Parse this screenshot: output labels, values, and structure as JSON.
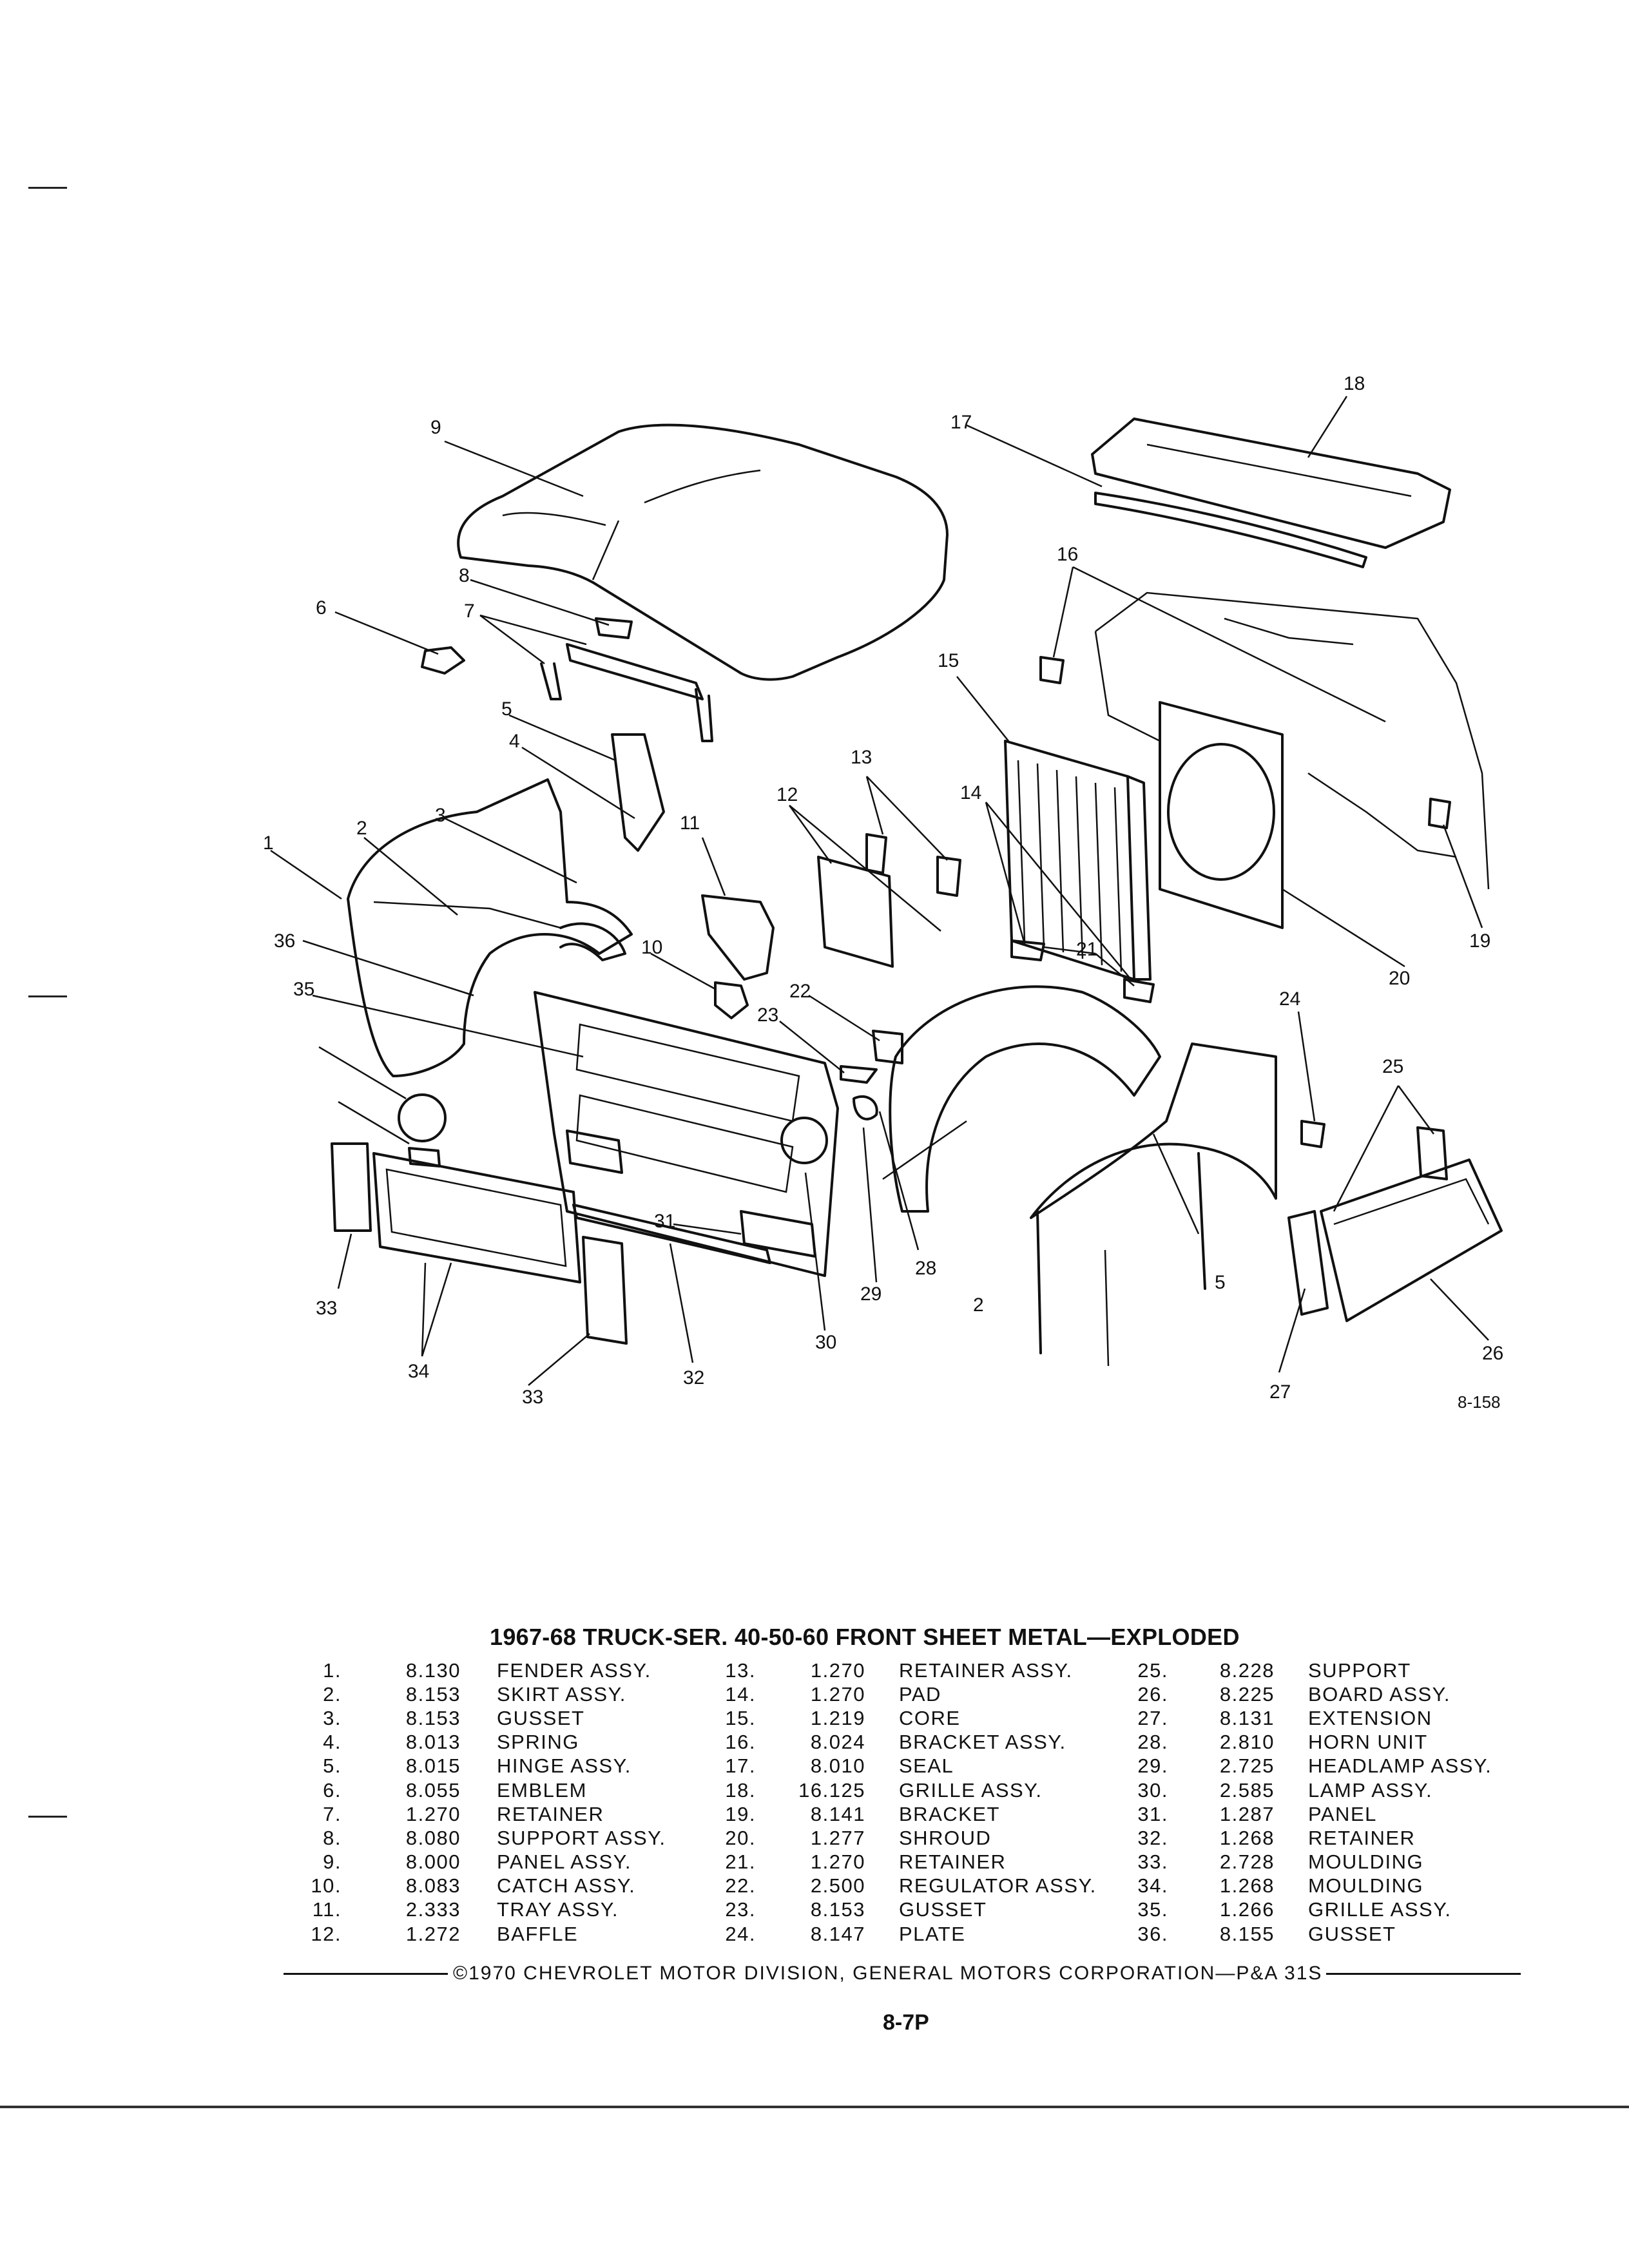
{
  "diagram": {
    "figure_ref": "8-158",
    "callouts": [
      "1",
      "2",
      "3",
      "4",
      "5",
      "6",
      "7",
      "8",
      "9",
      "10",
      "11",
      "12",
      "13",
      "14",
      "15",
      "16",
      "17",
      "18",
      "19",
      "20",
      "21",
      "22",
      "23",
      "24",
      "25",
      "26",
      "27",
      "28",
      "29",
      "30",
      "31",
      "32",
      "33",
      "34",
      "35",
      "36"
    ]
  },
  "title": "1967-68 TRUCK-SER. 40-50-60 FRONT SHEET METAL—EXPLODED",
  "parts": {
    "col1": [
      {
        "num": "1.",
        "code": "8.130",
        "name": "FENDER ASSY."
      },
      {
        "num": "2.",
        "code": "8.153",
        "name": "SKIRT ASSY."
      },
      {
        "num": "3.",
        "code": "8.153",
        "name": "GUSSET"
      },
      {
        "num": "4.",
        "code": "8.013",
        "name": "SPRING"
      },
      {
        "num": "5.",
        "code": "8.015",
        "name": "HINGE ASSY."
      },
      {
        "num": "6.",
        "code": "8.055",
        "name": "EMBLEM"
      },
      {
        "num": "7.",
        "code": "1.270",
        "name": "RETAINER"
      },
      {
        "num": "8.",
        "code": "8.080",
        "name": "SUPPORT ASSY."
      },
      {
        "num": "9.",
        "code": "8.000",
        "name": "PANEL ASSY."
      },
      {
        "num": "10.",
        "code": "8.083",
        "name": "CATCH ASSY."
      },
      {
        "num": "11.",
        "code": "2.333",
        "name": "TRAY ASSY."
      },
      {
        "num": "12.",
        "code": "1.272",
        "name": "BAFFLE"
      }
    ],
    "col2": [
      {
        "num": "13.",
        "code": "1.270",
        "name": "RETAINER ASSY."
      },
      {
        "num": "14.",
        "code": "1.270",
        "name": "PAD"
      },
      {
        "num": "15.",
        "code": "1.219",
        "name": "CORE"
      },
      {
        "num": "16.",
        "code": "8.024",
        "name": "BRACKET ASSY."
      },
      {
        "num": "17.",
        "code": "8.010",
        "name": "SEAL"
      },
      {
        "num": "18.",
        "code": "16.125",
        "name": "GRILLE ASSY."
      },
      {
        "num": "19.",
        "code": "8.141",
        "name": "BRACKET"
      },
      {
        "num": "20.",
        "code": "1.277",
        "name": "SHROUD"
      },
      {
        "num": "21.",
        "code": "1.270",
        "name": "RETAINER"
      },
      {
        "num": "22.",
        "code": "2.500",
        "name": "REGULATOR ASSY."
      },
      {
        "num": "23.",
        "code": "8.153",
        "name": "GUSSET"
      },
      {
        "num": "24.",
        "code": "8.147",
        "name": "PLATE"
      }
    ],
    "col3": [
      {
        "num": "25.",
        "code": "8.228",
        "name": "SUPPORT"
      },
      {
        "num": "26.",
        "code": "8.225",
        "name": "BOARD ASSY."
      },
      {
        "num": "27.",
        "code": "8.131",
        "name": "EXTENSION"
      },
      {
        "num": "28.",
        "code": "2.810",
        "name": "HORN UNIT"
      },
      {
        "num": "29.",
        "code": "2.725",
        "name": "HEADLAMP ASSY."
      },
      {
        "num": "30.",
        "code": "2.585",
        "name": "LAMP ASSY."
      },
      {
        "num": "31.",
        "code": "1.287",
        "name": "PANEL"
      },
      {
        "num": "32.",
        "code": "1.268",
        "name": "RETAINER"
      },
      {
        "num": "33.",
        "code": "2.728",
        "name": "MOULDING"
      },
      {
        "num": "34.",
        "code": "1.268",
        "name": "MOULDING"
      },
      {
        "num": "35.",
        "code": "1.266",
        "name": "GRILLE ASSY."
      },
      {
        "num": "36.",
        "code": "8.155",
        "name": "GUSSET"
      }
    ]
  },
  "footer": {
    "copyright": "©1970 CHEVROLET MOTOR DIVISION, GENERAL MOTORS CORPORATION—P&A 31S",
    "page_number": "8-7P"
  }
}
